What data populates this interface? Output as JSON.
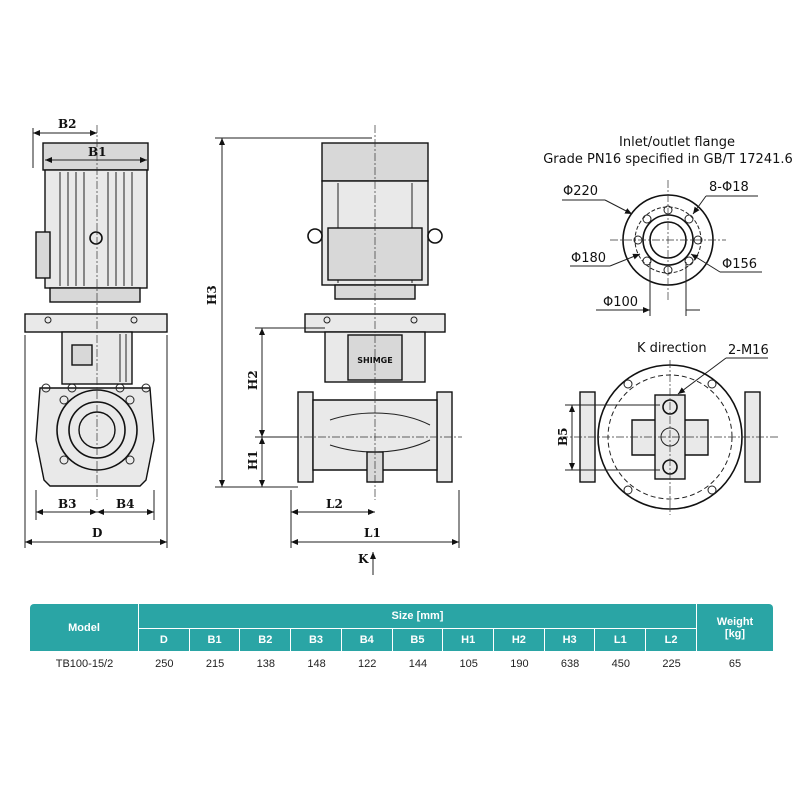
{
  "flange": {
    "title_line1": "Inlet/outlet flange",
    "title_line2": "Grade PN16 specified in GB/T 17241.6",
    "d220": "Φ220",
    "holes": "8-Φ18",
    "d180": "Φ180",
    "d156": "Φ156",
    "d100": "Φ100"
  },
  "k_view": {
    "title": "K direction",
    "bolts": "2-M16",
    "b5": "B5"
  },
  "dims": {
    "b1": "B1",
    "b2": "B2",
    "b3": "B3",
    "b4": "B4",
    "d": "D",
    "h1": "H1",
    "h2": "H2",
    "h3": "H3",
    "l1": "L1",
    "l2": "L2",
    "k": "K"
  },
  "brand": "SHIMGE",
  "table": {
    "model_header": "Model",
    "size_header": "Size [mm]",
    "weight_header_1": "Weight",
    "weight_header_2": "[kg]",
    "columns": [
      "D",
      "B1",
      "B2",
      "B3",
      "B4",
      "B5",
      "H1",
      "H2",
      "H3",
      "L1",
      "L2"
    ],
    "row": {
      "model": "TB100-15/2",
      "values": [
        "250",
        "215",
        "138",
        "148",
        "122",
        "144",
        "105",
        "190",
        "638",
        "450",
        "225"
      ],
      "weight": "65"
    }
  }
}
